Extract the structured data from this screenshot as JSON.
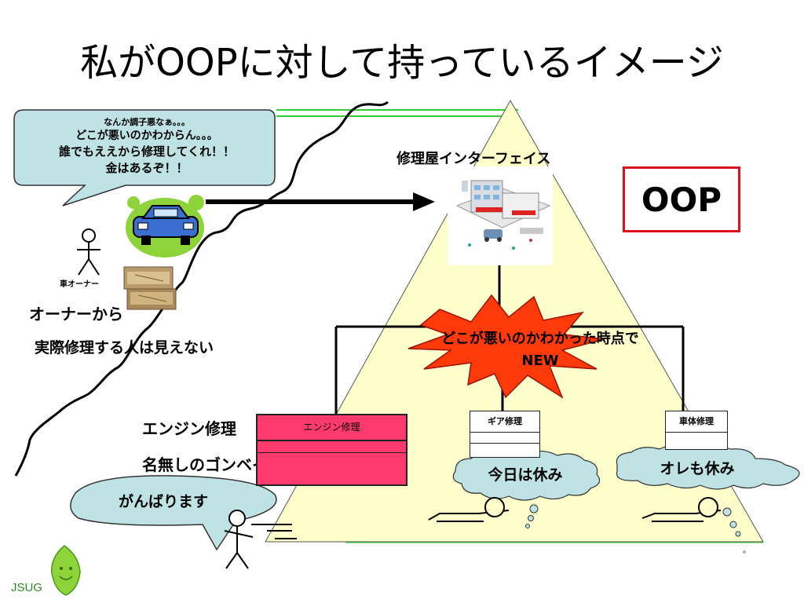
{
  "slide": {
    "title": "私がOOPに対して持っているイメージ"
  },
  "owner_bubble": {
    "line1": "なんか調子悪なぁ。。。",
    "line2": "どこが悪いのかわからん。。。",
    "line3": "誰でもええから修理してくれ！！",
    "line4": "金はあるぞ！！"
  },
  "labels": {
    "shop_interface": "修理屋インターフェイス",
    "oop": "OOP",
    "car_owner": "車オーナー",
    "from_owner": "オーナーから",
    "cannot_see": "実際修理する人は見えない",
    "burst_line1": "どこが悪いのかわかった時点で",
    "burst_line2": "NEW",
    "engine_repair": "エンジン修理",
    "nameless": "名無しのゴンベイさん",
    "gonbei_bubble": "がんばります",
    "cloud_day_off": "今日は休み",
    "cloud_me_too": "オレも休み",
    "logo": "JSUG",
    "dot": "。"
  },
  "classes": {
    "engine": "エンジン修理",
    "gear": "ギア修理",
    "body": "車体修理"
  },
  "colors": {
    "triangle_fill": "#ffffcc",
    "speech_fill": "#bfe3e5",
    "burst_fill": "#ff3a0a",
    "engine_class_fill": "#ff3a6e",
    "oop_border": "#e0101a",
    "green_line": "#33cc33",
    "car_blue": "#3a6fd1",
    "leaf_green": "#8ed33a"
  }
}
